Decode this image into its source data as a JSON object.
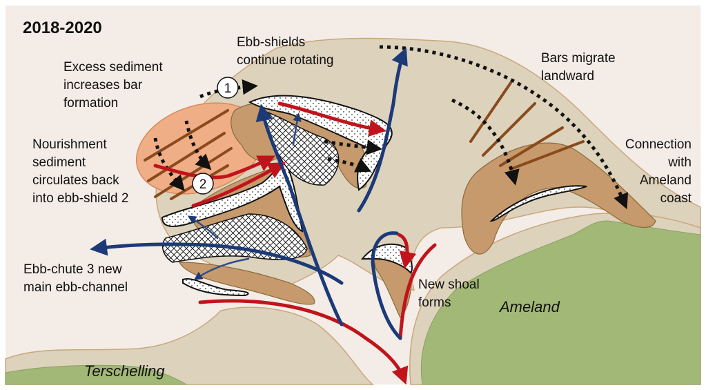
{
  "title": "2018-2020",
  "colors": {
    "water": "#f4ece6",
    "shallow_shoal": "#ddd2bc",
    "shoal": "#c69a6c",
    "nourishment": "#f0ae86",
    "land": "#a2b876",
    "ebb_flow": "#1c3a78",
    "flood_flow": "#c0141c",
    "bar_line": "#8a4a1c",
    "migration": "#111111"
  },
  "annotations": {
    "excess_sediment": [
      "Excess sediment",
      "increases bar",
      "formation"
    ],
    "ebb_shields": [
      "Ebb-shields",
      "continue rotating"
    ],
    "bars_migrate": [
      "Bars migrate",
      "landward"
    ],
    "nourishment": [
      "Nourishment",
      "sediment",
      "circulates back",
      "into ebb-shield 2"
    ],
    "connection": [
      "Connection",
      "with",
      "Ameland",
      "coast"
    ],
    "ebb_chute": [
      "Ebb-chute 3 new",
      "main ebb-channel"
    ],
    "new_shoal": [
      "New shoal",
      "forms"
    ]
  },
  "islands": {
    "ameland": "Ameland",
    "terschelling": "Terschelling"
  },
  "markers": {
    "one": "1",
    "two": "2"
  }
}
